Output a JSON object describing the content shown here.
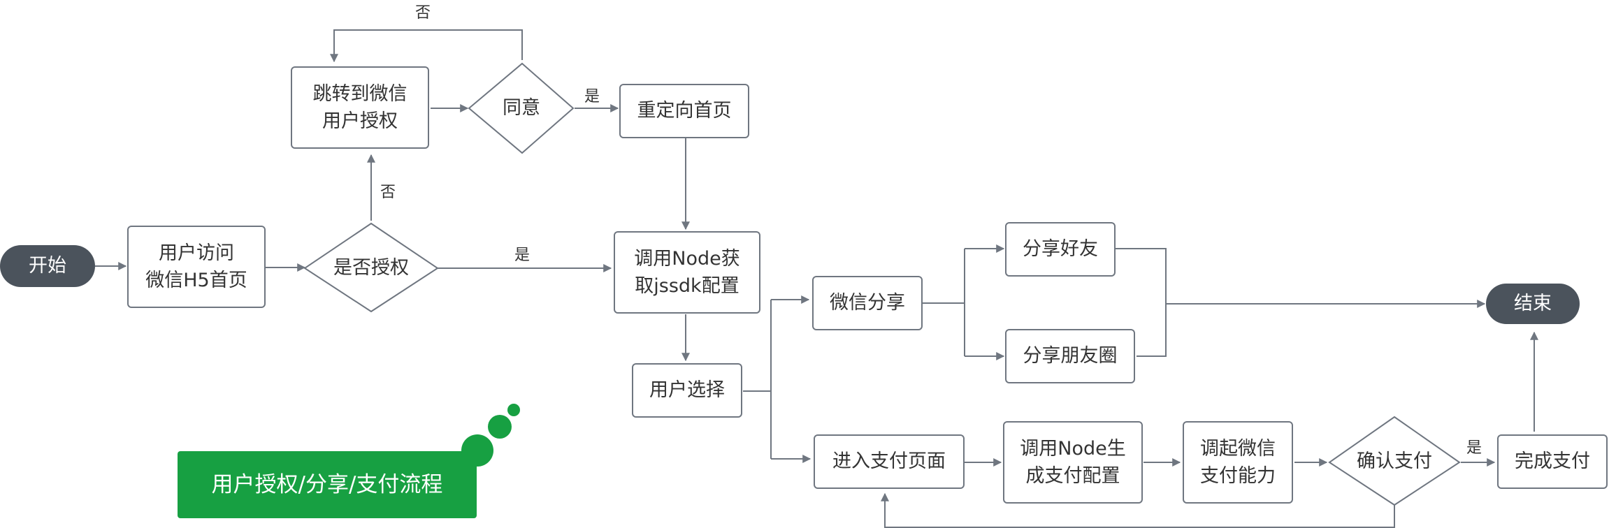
{
  "title": "用户授权/分享/支付流程",
  "colors": {
    "line": "#6f7680",
    "terminal": "#4b535c",
    "accent": "#17a042"
  },
  "nodes": {
    "start": "开始",
    "visit": "用户访问\n微信H5首页",
    "is_auth": "是否授权",
    "jump_auth": "跳转到微信\n用户授权",
    "agree": "同意",
    "redirect": "重定向首页",
    "jssdk": "调用Node获\n取jssdk配置",
    "choose": "用户选择",
    "share": "微信分享",
    "share_friend": "分享好友",
    "share_moments": "分享朋友圈",
    "pay_page": "进入支付页面",
    "gen_pay": "调用Node生\n成支付配置",
    "invoke_pay": "调起微信\n支付能力",
    "confirm_pay": "确认支付",
    "done_pay": "完成支付",
    "end": "结束"
  },
  "edge_labels": {
    "no_top": "否",
    "yes_agree": "是",
    "no_auth": "否",
    "yes_auth": "是",
    "yes_confirm": "是"
  }
}
